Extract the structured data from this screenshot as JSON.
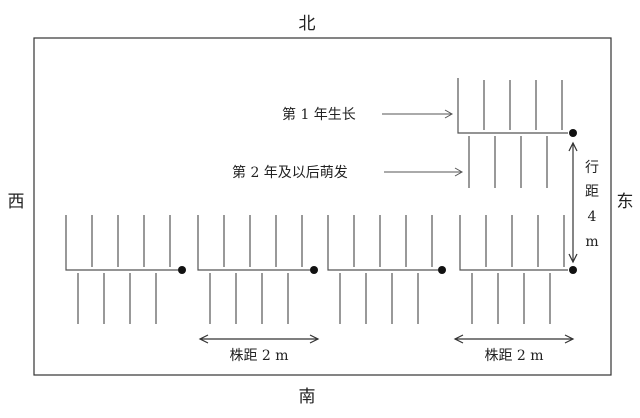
{
  "directions": {
    "north": "北",
    "south": "南",
    "west": "西",
    "east": "东"
  },
  "labels": {
    "first_year": "第 1 年生长",
    "second_year": "第 2 年及以后萌发",
    "row_spacing_char1": "行",
    "row_spacing_char2": "距",
    "row_spacing_value": "4",
    "row_spacing_unit": "m",
    "plant_spacing_left": "株距 2 m",
    "plant_spacing_right": "株距 2 m"
  },
  "colors": {
    "line": "#555555",
    "dot": "#111111",
    "frame": "#333333"
  }
}
